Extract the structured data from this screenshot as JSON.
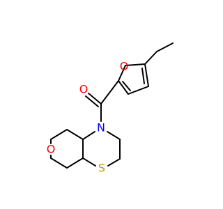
{
  "molecule": {
    "atoms": {
      "carbonyl_oxygen": {
        "symbol": "O",
        "color": "#ff0000"
      },
      "furan_oxygen": {
        "symbol": "O",
        "color": "#ff0000"
      },
      "amide_nitrogen": {
        "symbol": "N",
        "color": "#0000ff"
      },
      "ring_oxygen": {
        "symbol": "O",
        "color": "#ff0000"
      },
      "thioether_sulfur": {
        "symbol": "S",
        "color": "#b8a000"
      }
    },
    "bond_color": "#000000"
  }
}
